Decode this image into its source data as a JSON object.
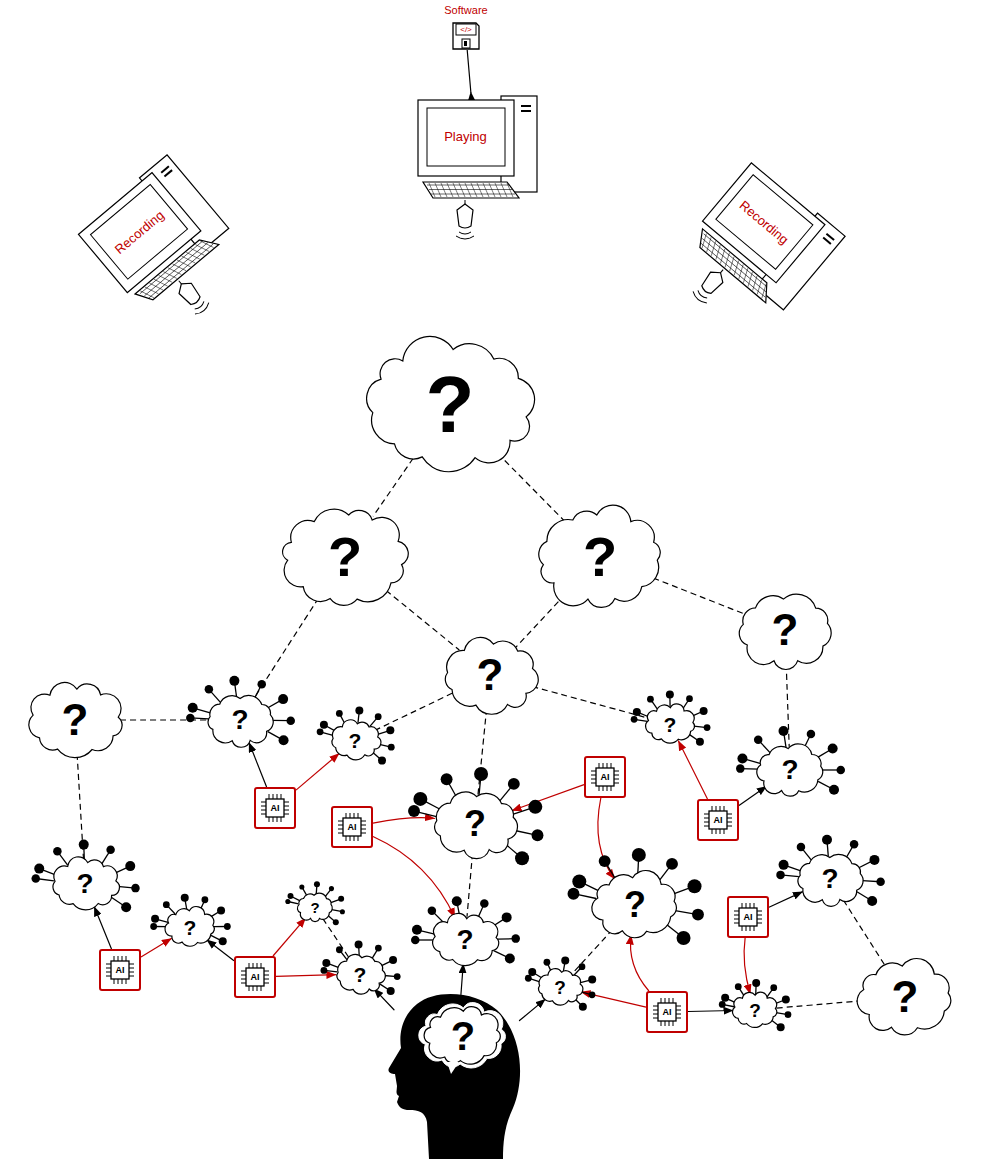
{
  "diagram": {
    "nodes": [
      {
        "text": [
          "Software",
          "</>"
        ]
      },
      {
        "text": [
          "Playing"
        ]
      },
      {
        "text": [
          "Recording"
        ]
      },
      {
        "text": [
          "Recording"
        ]
      },
      {
        "text": [
          "?"
        ]
      },
      {
        "text": [
          "?"
        ]
      },
      {
        "text": [
          "?"
        ]
      },
      {
        "text": [
          "?"
        ]
      },
      {
        "text": [
          "?"
        ]
      },
      {
        "text": [
          "?"
        ]
      },
      {
        "text": [
          "?"
        ]
      },
      {
        "text": [
          "?"
        ]
      },
      {
        "text": [
          "?"
        ]
      },
      {
        "text": [
          "?"
        ]
      },
      {
        "text": [
          "?"
        ]
      },
      {
        "text": [
          "?"
        ]
      },
      {
        "text": [
          "?"
        ]
      },
      {
        "text": [
          "?"
        ]
      },
      {
        "text": [
          "?"
        ]
      },
      {
        "text": [
          "?"
        ]
      },
      {
        "text": [
          "?"
        ]
      },
      {
        "text": [
          "?"
        ]
      },
      {
        "text": [
          "?"
        ]
      },
      {
        "text": [
          "?"
        ]
      },
      {
        "text": [
          "?"
        ]
      },
      {
        "text": [
          "?"
        ]
      },
      {
        "text": [
          "AI"
        ]
      },
      {
        "text": [
          "AI"
        ]
      },
      {
        "text": [
          "AI"
        ]
      },
      {
        "text": [
          "AI"
        ]
      },
      {
        "text": [
          "AI"
        ]
      },
      {
        "text": [
          "AI"
        ]
      },
      {
        "text": [
          "AI"
        ]
      },
      {
        "text": [
          "AI"
        ]
      }
    ],
    "edges": [
      {
        "from": 0,
        "to": 1,
        "arrow": "to"
      },
      {
        "from": 4,
        "to": 5,
        "arrow": "none"
      },
      {
        "from": 4,
        "to": 6,
        "arrow": "none"
      },
      {
        "from": 5,
        "to": 11,
        "arrow": "none"
      },
      {
        "from": 5,
        "to": 8,
        "arrow": "none"
      },
      {
        "from": 6,
        "to": 8,
        "arrow": "none"
      },
      {
        "from": 6,
        "to": 7,
        "arrow": "none"
      },
      {
        "from": 8,
        "to": 12,
        "arrow": "none"
      },
      {
        "from": 8,
        "to": 13,
        "arrow": "none"
      },
      {
        "from": 7,
        "to": 14,
        "arrow": "none"
      },
      {
        "from": 9,
        "to": 11,
        "arrow": "none"
      },
      {
        "from": 9,
        "to": 16,
        "arrow": "none"
      },
      {
        "from": 8,
        "to": 15,
        "arrow": "none"
      },
      {
        "from": 15,
        "to": 20,
        "arrow": "none"
      },
      {
        "from": 21,
        "to": 23,
        "arrow": "none"
      },
      {
        "from": 18,
        "to": 19,
        "arrow": "none"
      },
      {
        "from": 22,
        "to": 10,
        "arrow": "none"
      },
      {
        "from": 24,
        "to": 10,
        "arrow": "none"
      },
      {
        "from": 25,
        "to": 19,
        "arrow": "to"
      },
      {
        "from": 25,
        "to": 20,
        "arrow": "to"
      },
      {
        "from": 25,
        "to": 23,
        "arrow": "to"
      },
      {
        "from": 26,
        "to": 11,
        "arrow": "to"
      },
      {
        "from": 26,
        "to": 12,
        "arrow": "to"
      },
      {
        "from": 27,
        "to": 15,
        "arrow": "to"
      },
      {
        "from": 27,
        "to": 20,
        "arrow": "to"
      },
      {
        "from": 28,
        "to": 15,
        "arrow": "to"
      },
      {
        "from": 28,
        "to": 21,
        "arrow": "to"
      },
      {
        "from": 29,
        "to": 13,
        "arrow": "to"
      },
      {
        "from": 29,
        "to": 14,
        "arrow": "to"
      },
      {
        "from": 30,
        "to": 16,
        "arrow": "to"
      },
      {
        "from": 30,
        "to": 17,
        "arrow": "to"
      },
      {
        "from": 31,
        "to": 17,
        "arrow": "to"
      },
      {
        "from": 31,
        "to": 18,
        "arrow": "to"
      },
      {
        "from": 31,
        "to": 19,
        "arrow": "to"
      },
      {
        "from": 32,
        "to": 22,
        "arrow": "to"
      },
      {
        "from": 32,
        "to": 24,
        "arrow": "to"
      },
      {
        "from": 33,
        "to": 23,
        "arrow": "to"
      },
      {
        "from": 33,
        "to": 24,
        "arrow": "to"
      },
      {
        "from": 33,
        "to": 21,
        "arrow": "to"
      }
    ]
  }
}
